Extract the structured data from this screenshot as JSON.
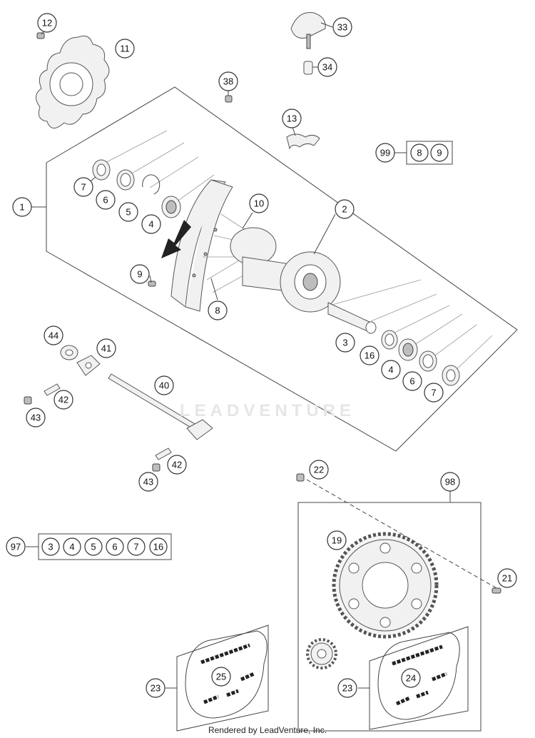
{
  "watermark_text": "LEADVENTURE",
  "footer_text": "Rendered by LeadVenture, Inc.",
  "colors": {
    "line": "#333333",
    "watermark": "#e6e6e6",
    "background": "#ffffff"
  },
  "callouts": {
    "c12": "12",
    "c11": "11",
    "c33": "33",
    "c34": "34",
    "c38": "38",
    "c13": "13",
    "c99": "99",
    "c99_8": "8",
    "c99_9": "9",
    "c1": "1",
    "c7a": "7",
    "c6a": "6",
    "c5": "5",
    "c4a": "4",
    "c10": "10",
    "c2": "2",
    "c9": "9",
    "c8": "8",
    "c3": "3",
    "c16": "16",
    "c4b": "4",
    "c6b": "6",
    "c7b": "7",
    "c44": "44",
    "c41": "41",
    "c40": "40",
    "c42a": "42",
    "c43a": "43",
    "c42b": "42",
    "c43b": "43",
    "c22": "22",
    "c98": "98",
    "c19": "19",
    "c21": "21",
    "c97": "97",
    "c97_3": "3",
    "c97_4": "4",
    "c97_5": "5",
    "c97_6": "6",
    "c97_7": "7",
    "c97_16": "16",
    "c23a": "23",
    "c25": "25",
    "c23b": "23",
    "c24": "24"
  }
}
